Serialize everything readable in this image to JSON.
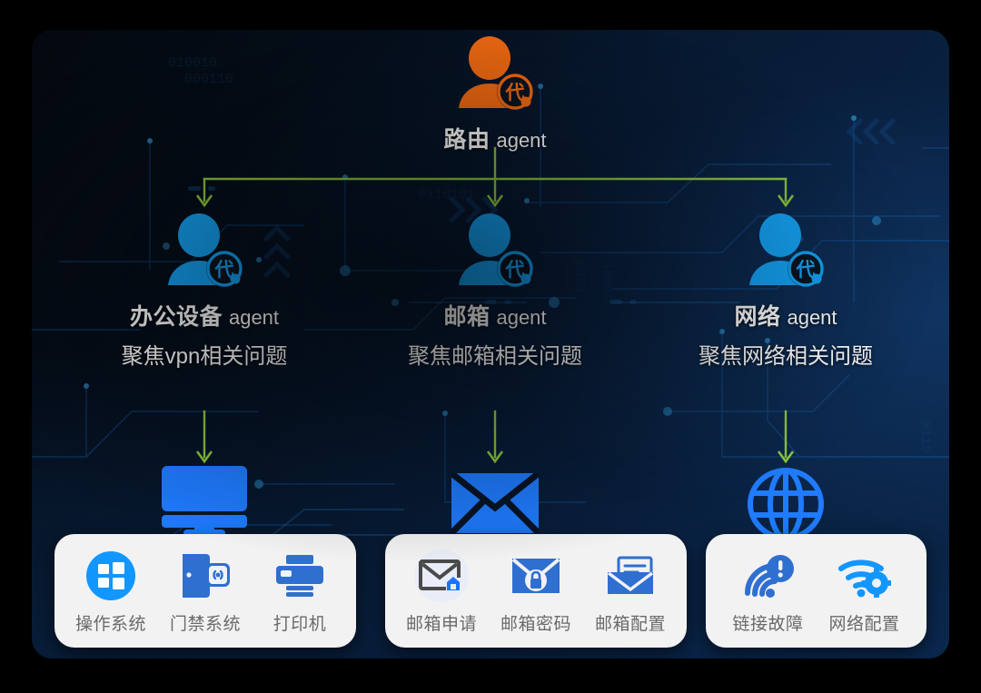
{
  "theme": {
    "panel_bg": "#061222",
    "accent_blue": "#15a3f5",
    "device_blue": "#1f7bff",
    "router_orange": "#f26a12",
    "link_green": "#8cc63f",
    "card_bg": "#f2f2f2",
    "card_label": "#6a6a6a"
  },
  "root": {
    "icon": "agent-person-orange-icon",
    "badge": "代",
    "title_cn": "路由",
    "title_en": "agent"
  },
  "agents": [
    {
      "id": "office-device",
      "icon": "agent-person-blue-icon",
      "badge": "代",
      "title_cn": "办公设备",
      "title_en": "agent",
      "desc": "聚焦vpn相关问题",
      "device_icon": "monitor-icon",
      "capabilities": [
        {
          "icon": "windows-os-icon",
          "label": "操作系统"
        },
        {
          "icon": "access-control-icon",
          "label": "门禁系统"
        },
        {
          "icon": "printer-icon",
          "label": "打印机"
        }
      ]
    },
    {
      "id": "mailbox",
      "icon": "agent-person-blue-icon",
      "badge": "代",
      "title_cn": "邮箱",
      "title_en": "agent",
      "desc": "聚焦邮箱相关问题",
      "device_icon": "envelope-icon",
      "capabilities": [
        {
          "icon": "mail-apply-icon",
          "label": "邮箱申请"
        },
        {
          "icon": "mail-lock-icon",
          "label": "邮箱密码"
        },
        {
          "icon": "mail-config-icon",
          "label": "邮箱配置"
        }
      ]
    },
    {
      "id": "network",
      "icon": "agent-person-blue-icon",
      "badge": "代",
      "title_cn": "网络",
      "title_en": "agent",
      "desc": "聚焦网络相关问题",
      "device_icon": "globe-icon",
      "capabilities": [
        {
          "icon": "wifi-alert-icon",
          "label": "链接故障"
        },
        {
          "icon": "wifi-gear-icon",
          "label": "网络配置"
        }
      ]
    }
  ]
}
